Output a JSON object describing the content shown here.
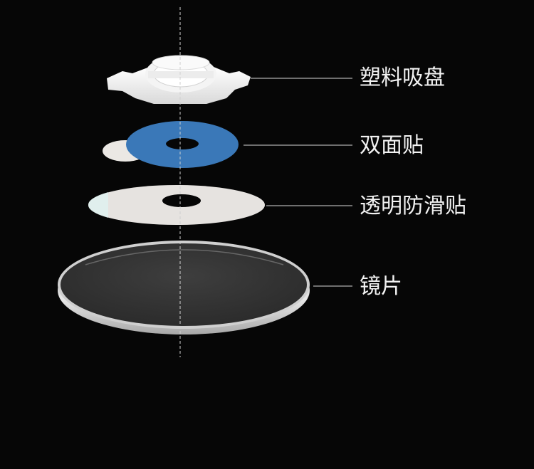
{
  "diagram": {
    "components": [
      {
        "id": "suction-cup",
        "label": "塑料吸盘",
        "icon": "plastic-suction-cup"
      },
      {
        "id": "double-sided-tape",
        "label": "双面贴",
        "icon": "blue-adhesive-ring",
        "color": "#3a78b8"
      },
      {
        "id": "anti-slip-pad",
        "label": "透明防滑贴",
        "icon": "white-film-ring",
        "color": "#e6e3e0"
      },
      {
        "id": "lens",
        "label": "镜片",
        "icon": "glass-lens-disc",
        "color": "#333333"
      }
    ],
    "colors": {
      "background": "#060606",
      "leader_line": "#d8d8d8",
      "axis_line": "#cfcfcf",
      "text": "#f2f2f2"
    }
  }
}
